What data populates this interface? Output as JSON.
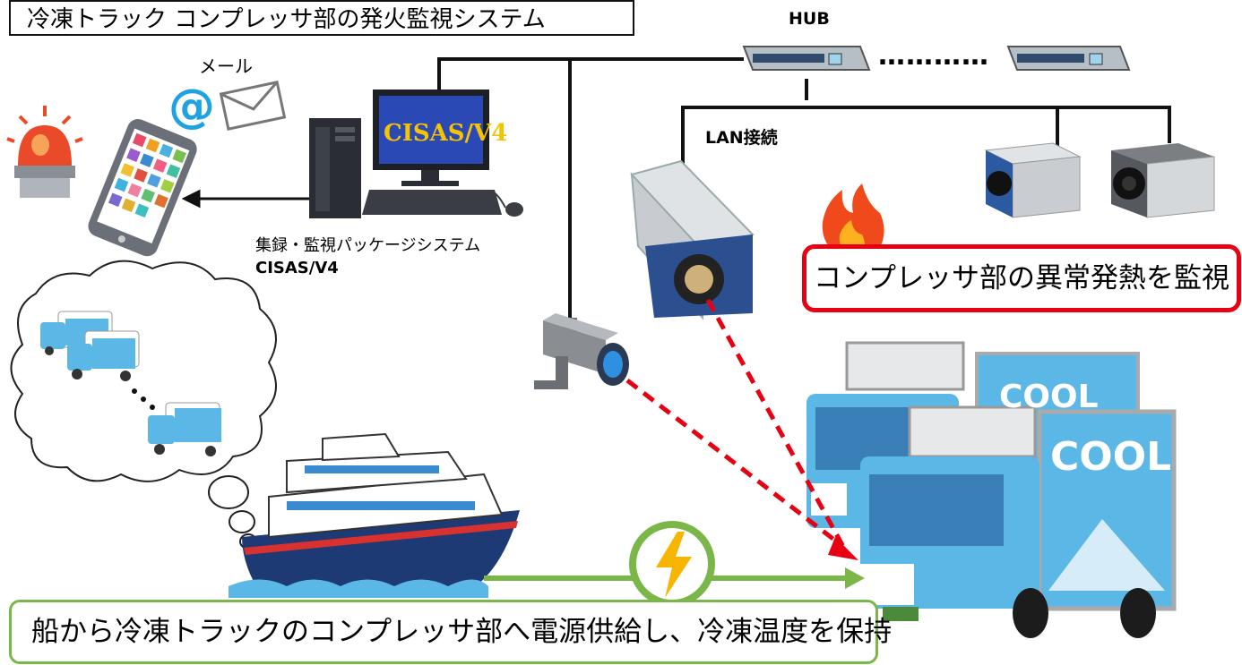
{
  "title": "冷凍トラック コンプレッサ部の発火監視システム",
  "hub_label": "HUB",
  "hub_dots": "…………",
  "lan_label": "LAN接続",
  "mail_label": "メール",
  "at_symbol": "@",
  "monitor_screen_text": "CISAS/V4",
  "system_label_line1": "集録・監視パッケージシステム",
  "system_label_line2": "CISAS/V4",
  "truck_sign": "COOL",
  "monitoring_caption": "コンプレッサ部の異常発熱を監視",
  "power_caption": "船から冷凍トラックのコンプレッサ部へ電源供給し、冷凍温度を保持",
  "colors": {
    "alert_red": "#e60012",
    "power_green": "#7ab648",
    "truck_blue": "#5bb7e5",
    "cisas_yellow": "#f5c400",
    "lightning": "#f7b500"
  }
}
